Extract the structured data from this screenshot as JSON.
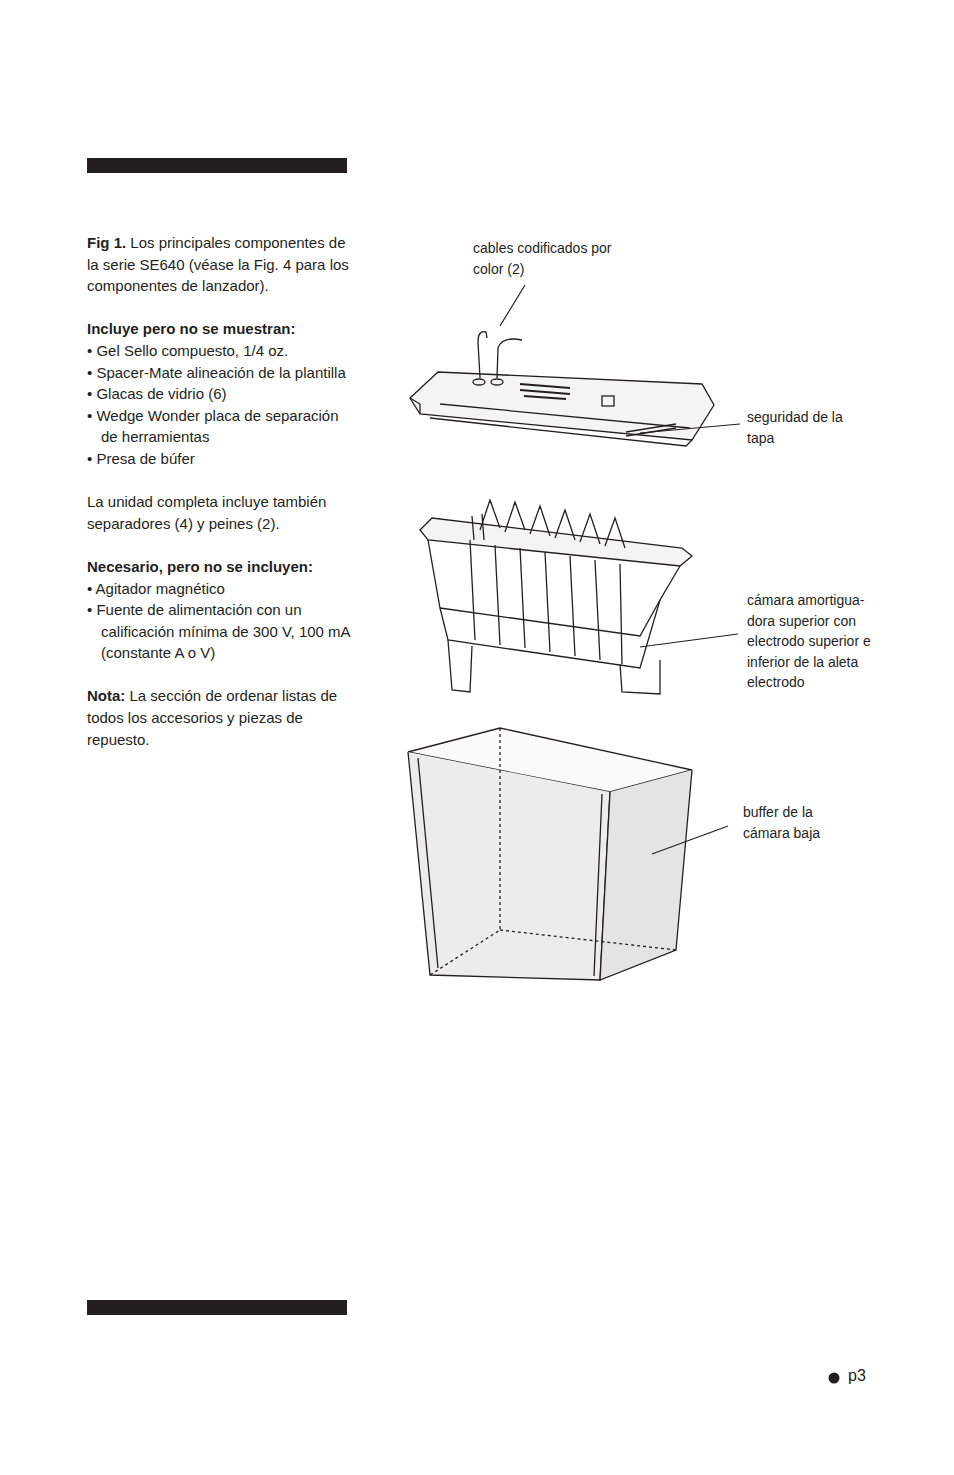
{
  "diagram": {
    "labels": [
      "Fig 1.",
      "Los principales componentes de la serie SE640 (véase la Fig. 4 para los componentes de lanzador).",
      "Incluye pero no se muestran:",
      "• Gel Sello compuesto, 1/4 oz.",
      "• Spacer-Mate alineación de la plantilla",
      "• Glacas de vidrio (6)",
      "• Wedge Wonder placa de separación de herramientas",
      "• Presa de búfer",
      "La unidad completa incluye también separadores (4) y peines (2).",
      "Necesario, pero no se incluyen:",
      "• Agitador magnético",
      "• Fuente de alimentación con un calificación mínima de 300 V, 100 mA (constante A o V)",
      "Nota:",
      "La sección de ordenar listas de todos los accesorios y piezas de repuesto.",
      "cables codificados por color (2)",
      "seguridad de la tapa",
      "cámara amortigua-dora superior con electrodo superior e inferior de la aleta electrodo",
      "buffer de la cámara baja",
      "p3"
    ]
  }
}
